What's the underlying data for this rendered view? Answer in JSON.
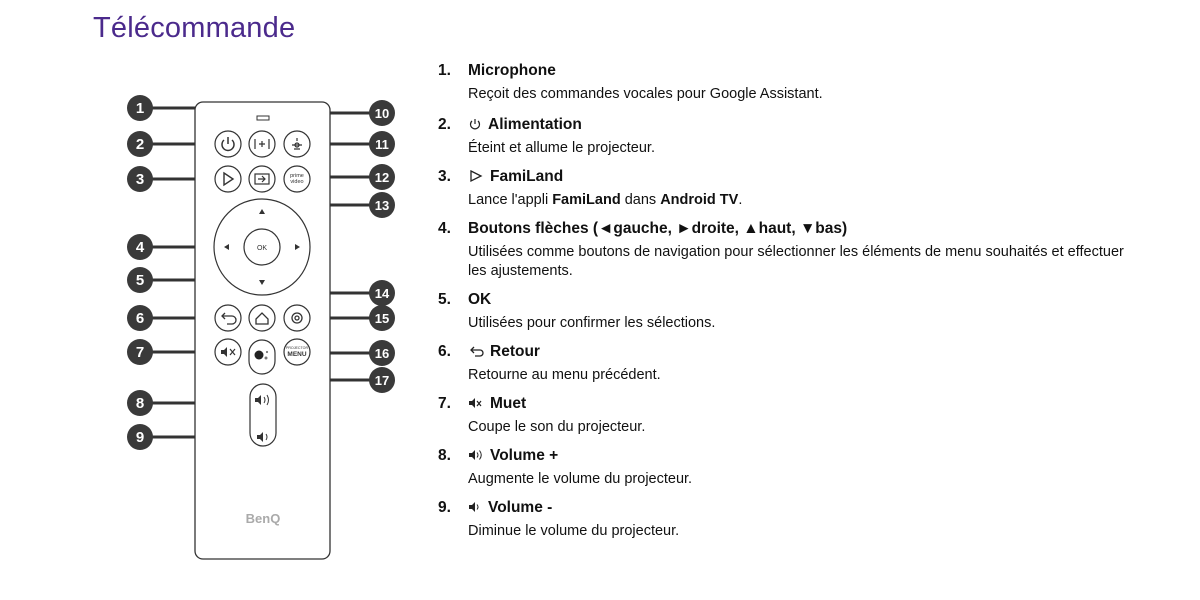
{
  "title": "Télécommande",
  "diagram": {
    "callouts": [
      "1",
      "2",
      "3",
      "4",
      "5",
      "6",
      "7",
      "8",
      "9",
      "10",
      "11",
      "12",
      "13",
      "14",
      "15",
      "16",
      "17"
    ],
    "ok_label": "OK",
    "prime_label_1": "prime",
    "prime_label_2": "video",
    "projector_label": "PROJECTOR",
    "menu_label": "MENU",
    "brand": "BenQ"
  },
  "entries": [
    {
      "num": "1.",
      "icon": "",
      "title": "Microphone",
      "desc": "Reçoit des commandes vocales pour Google Assistant."
    },
    {
      "num": "2.",
      "icon": "power-icon",
      "title": "Alimentation",
      "desc": "Éteint et allume le projecteur."
    },
    {
      "num": "3.",
      "icon": "familand-icon",
      "title": "FamiLand",
      "desc_parts": [
        "Lance l'appli ",
        "FamiLand",
        " dans ",
        "Android TV",
        "."
      ]
    },
    {
      "num": "4.",
      "icon": "",
      "title": "Boutons flèches (◄gauche, ►droite, ▲haut, ▼bas)",
      "desc": "Utilisées comme boutons de navigation pour sélectionner les éléments de menu souhaités et effectuer les ajustements."
    },
    {
      "num": "5.",
      "icon": "",
      "title": "OK",
      "desc": "Utilisées pour confirmer les sélections."
    },
    {
      "num": "6.",
      "icon": "back-icon",
      "title": "Retour",
      "desc": "Retourne au menu précédent."
    },
    {
      "num": "7.",
      "icon": "mute-icon",
      "title": "Muet",
      "desc": "Coupe le son du projecteur."
    },
    {
      "num": "8.",
      "icon": "volume-up-icon",
      "title": "Volume +",
      "desc": "Augmente le volume du projecteur."
    },
    {
      "num": "9.",
      "icon": "volume-down-icon",
      "title": "Volume -",
      "desc": "Diminue le volume du projecteur."
    }
  ]
}
